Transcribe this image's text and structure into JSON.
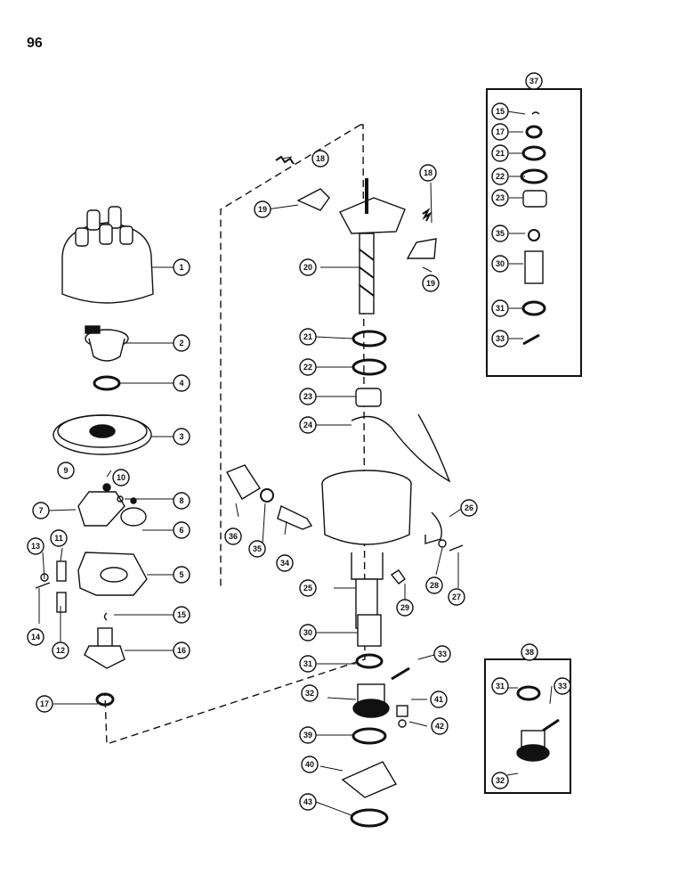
{
  "page_number": "96",
  "callouts": [
    "1",
    "2",
    "3",
    "4",
    "5",
    "6",
    "7",
    "8",
    "9",
    "10",
    "11",
    "12",
    "13",
    "14",
    "15",
    "16",
    "17",
    "18",
    "19",
    "20",
    "21",
    "22",
    "23",
    "24",
    "25",
    "26",
    "27",
    "28",
    "29",
    "30",
    "31",
    "32",
    "33",
    "34",
    "35",
    "36",
    "37",
    "38",
    "39",
    "40",
    "41",
    "42",
    "43"
  ],
  "kit37": {
    "label": "37",
    "items": [
      "15",
      "17",
      "21",
      "22",
      "23",
      "35",
      "30",
      "31",
      "33"
    ]
  },
  "kit38": {
    "label": "38",
    "items": [
      "31",
      "33",
      "32"
    ]
  }
}
